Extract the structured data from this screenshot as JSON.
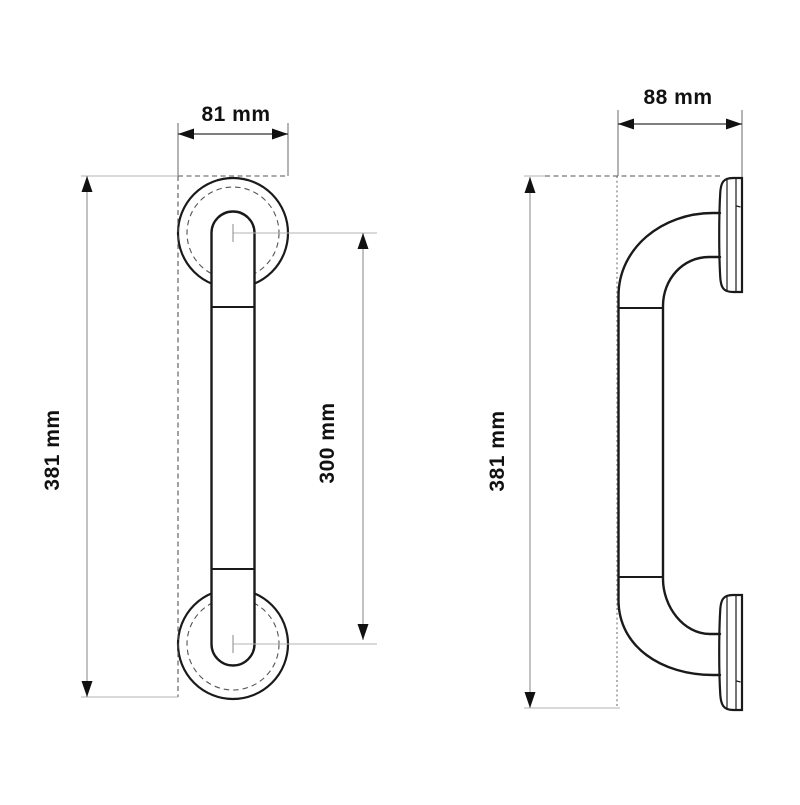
{
  "views": {
    "front": {
      "width": "81 mm",
      "height": "381 mm",
      "mount_spacing": "300 mm"
    },
    "side": {
      "depth": "88 mm",
      "height": "381 mm"
    }
  },
  "colors": {
    "outline": "#1a1a1a",
    "dimension": "#999999",
    "extension": "#b3b3b3",
    "text": "#111111",
    "background": "#ffffff"
  }
}
